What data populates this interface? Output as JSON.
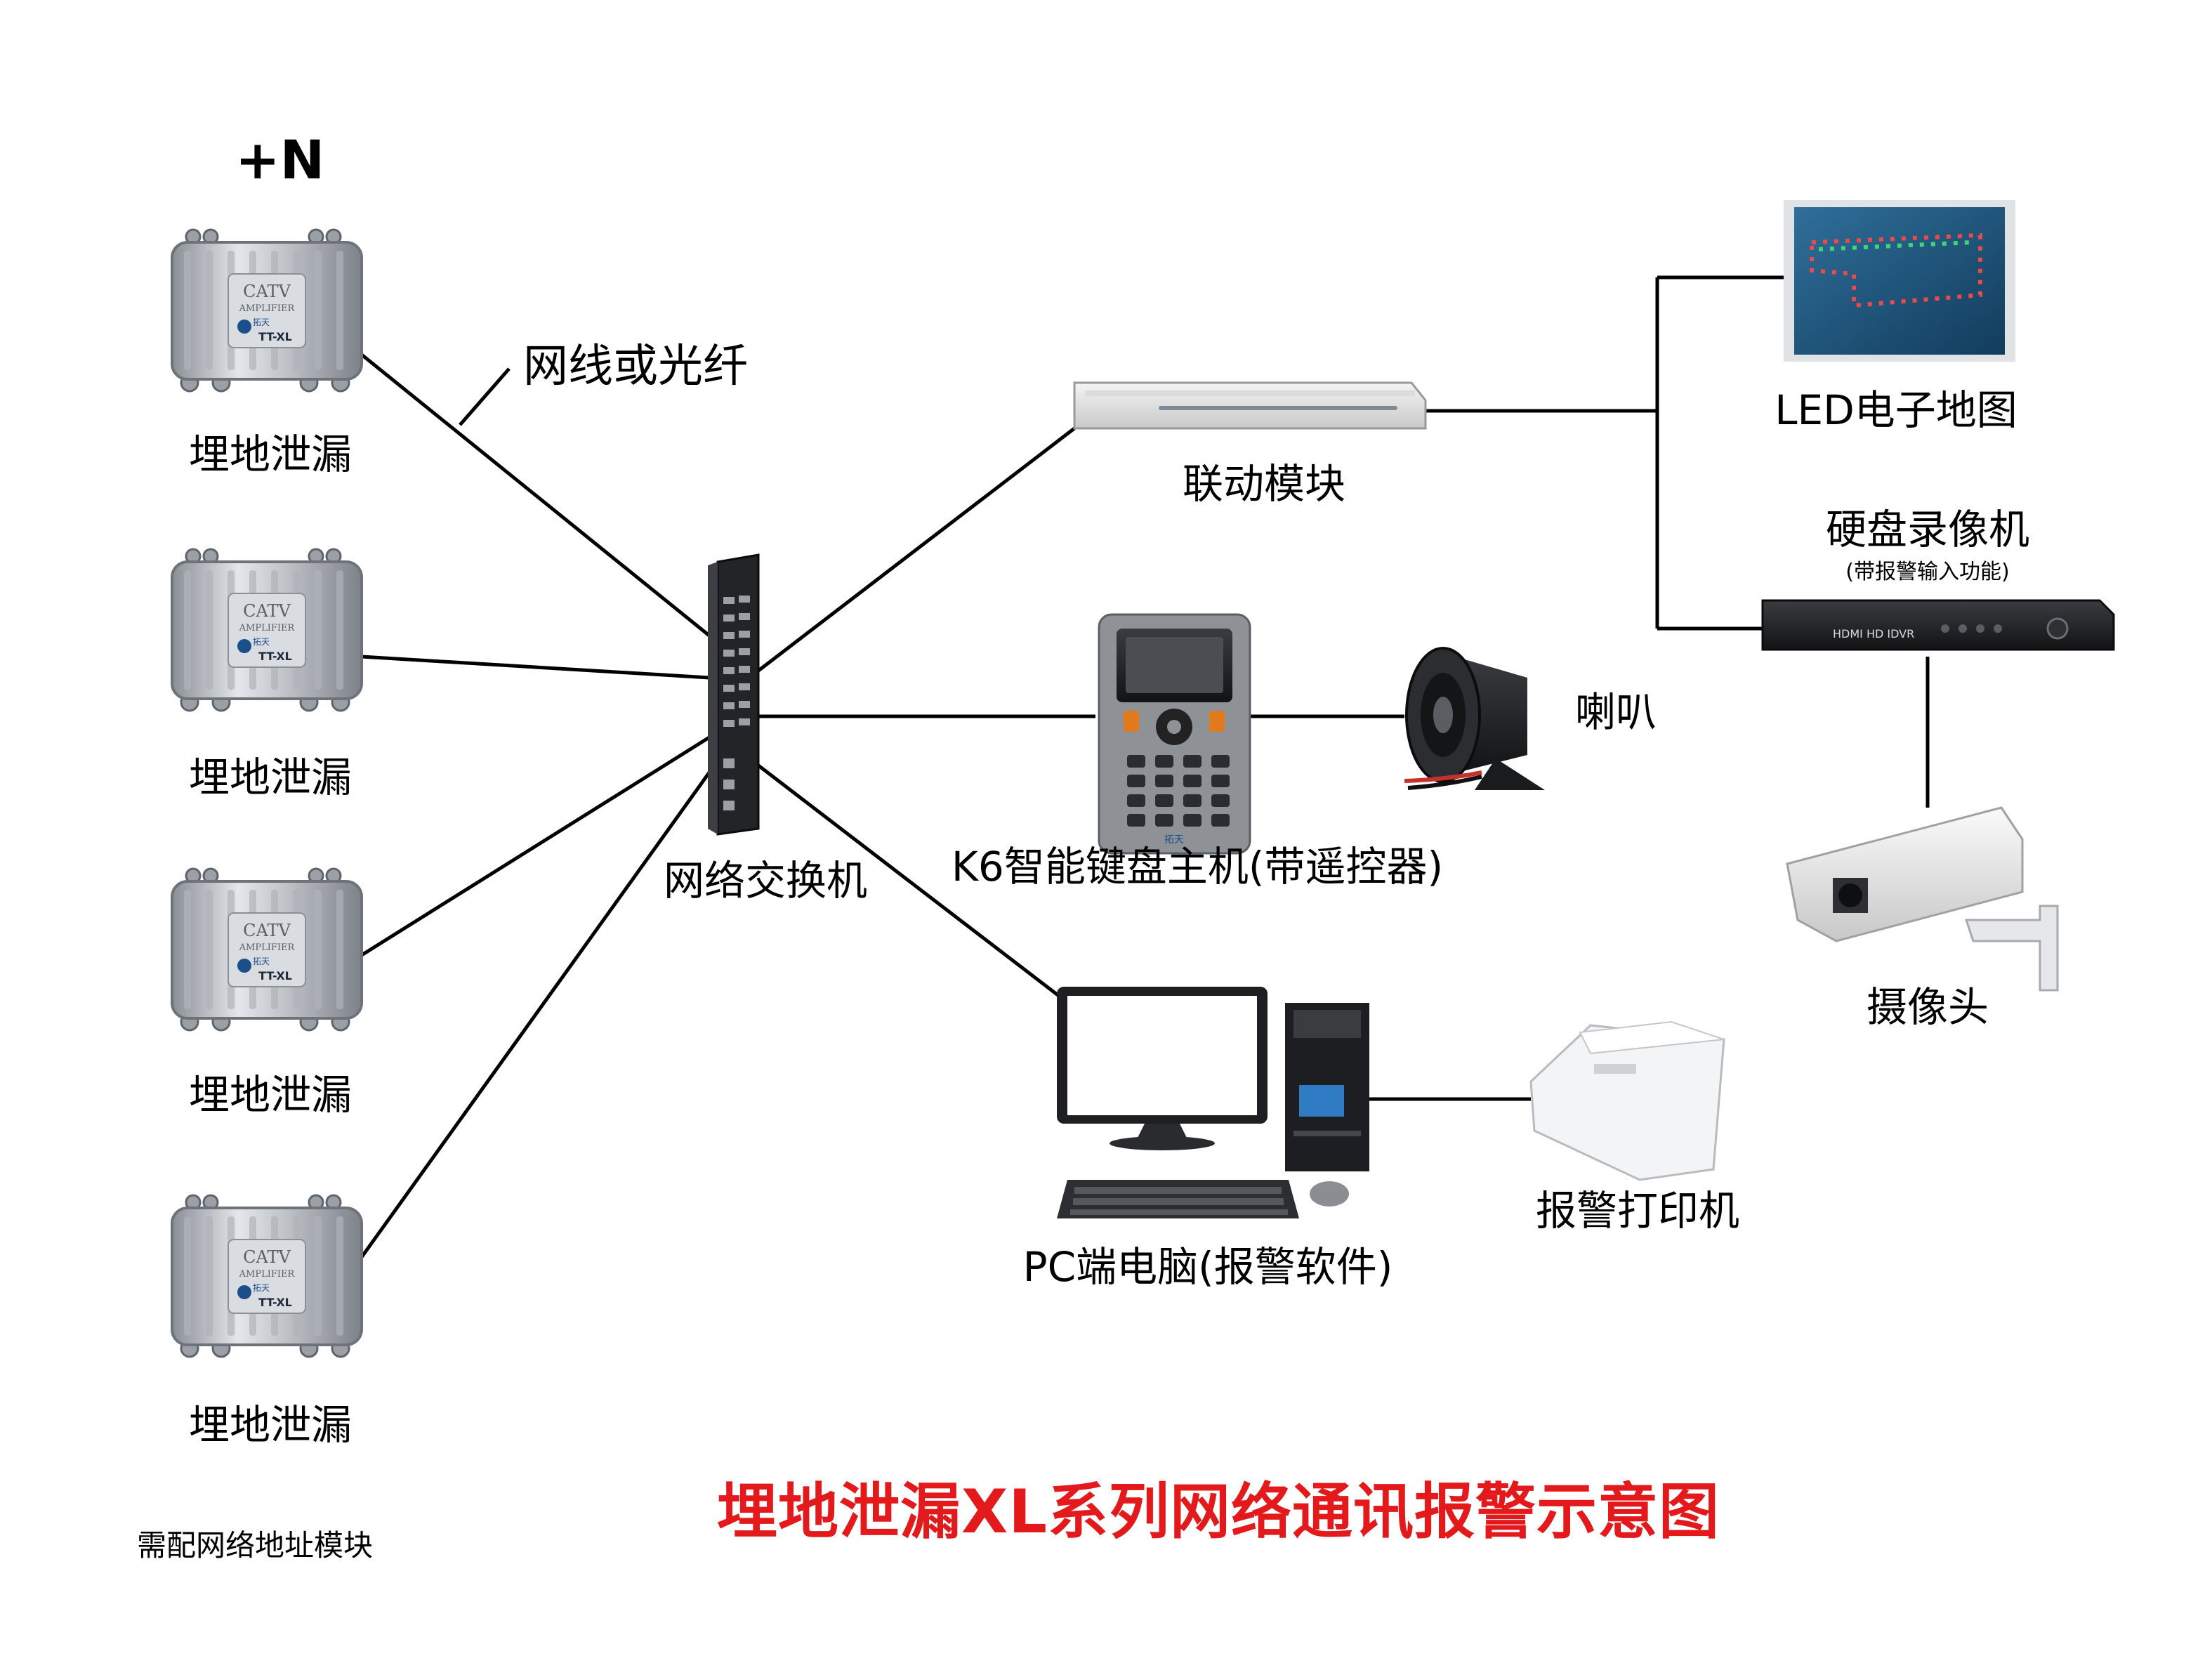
{
  "diagram": {
    "title": "埋地泄漏XL系列网络通讯报警示意图",
    "footnote": "需配网络地址模块",
    "plus_n": "+N",
    "cable_label": "网线或光纤",
    "detectors": [
      {
        "label": "埋地泄漏",
        "device_text": "CATV",
        "device_sub": "AMPLIFIER",
        "model": "TT-XL",
        "brand": "拓天"
      },
      {
        "label": "埋地泄漏",
        "device_text": "CATV",
        "device_sub": "AMPLIFIER",
        "model": "TT-XL",
        "brand": "拓天"
      },
      {
        "label": "埋地泄漏",
        "device_text": "CATV",
        "device_sub": "AMPLIFIER",
        "model": "TT-XL",
        "brand": "拓天"
      },
      {
        "label": "埋地泄漏",
        "device_text": "CATV",
        "device_sub": "AMPLIFIER",
        "model": "TT-XL",
        "brand": "拓天"
      }
    ],
    "switch": {
      "label": "网络交换机"
    },
    "linkage": {
      "label": "联动模块"
    },
    "keyboard": {
      "label": "K6智能键盘主机(带遥控器)",
      "brand": "拓天"
    },
    "speaker": {
      "label": "喇叭"
    },
    "pc": {
      "label": "PC端电脑(报警软件)"
    },
    "printer": {
      "label": "报警打印机"
    },
    "led_map": {
      "label": "LED电子地图"
    },
    "dvr": {
      "label": "硬盘录像机",
      "sublabel": "(带报警输入功能)",
      "panel_text": "HDMI HD IDVR"
    },
    "camera": {
      "label": "摄像头"
    }
  }
}
